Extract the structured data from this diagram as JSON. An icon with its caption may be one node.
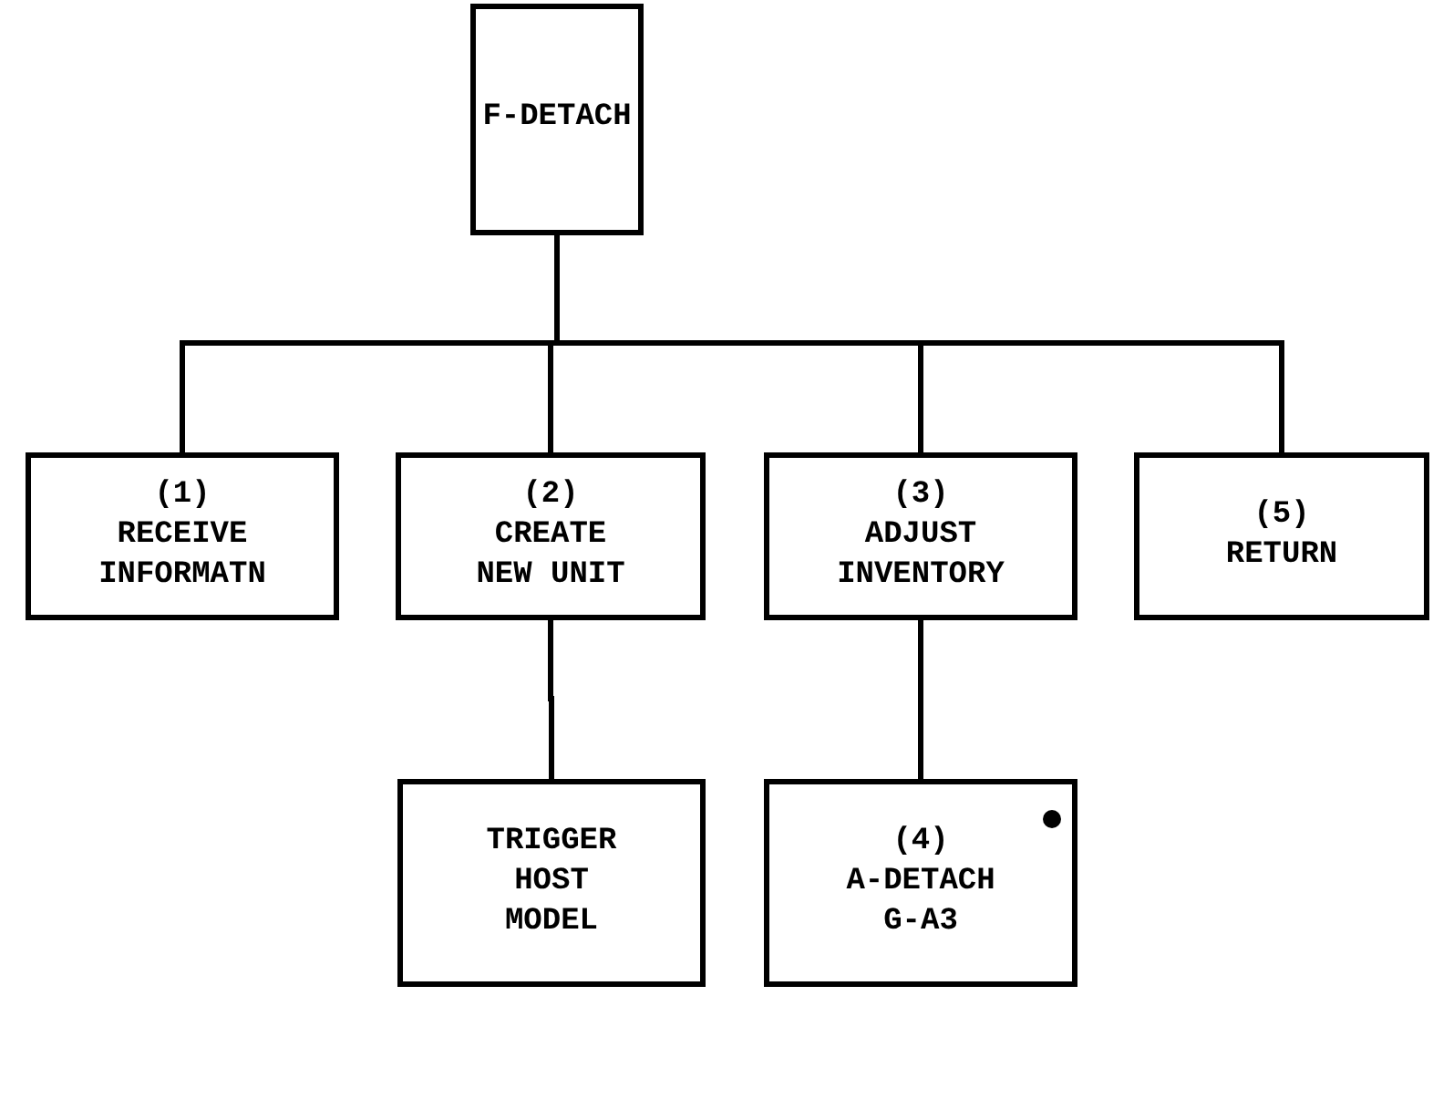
{
  "diagram": {
    "nodes": [
      {
        "text": [
          "F-DETACH"
        ]
      },
      {
        "text": [
          "(1) RECEIVE INFORMATN"
        ]
      },
      {
        "text": [
          "(2) CREATE NEW UNIT"
        ]
      },
      {
        "text": [
          "(3) ADJUST INVENTORY"
        ]
      },
      {
        "text": [
          "(5) RETURN"
        ]
      },
      {
        "text": [
          "TRIGGER HOST MODEL"
        ]
      },
      {
        "text": [
          "(4) A-DETACH G-A3"
        ]
      }
    ],
    "edges": [
      {
        "from": 0,
        "to": 1,
        "arrow": "none"
      },
      {
        "from": 0,
        "to": 2,
        "arrow": "none"
      },
      {
        "from": 0,
        "to": 3,
        "arrow": "none"
      },
      {
        "from": 0,
        "to": 4,
        "arrow": "none"
      },
      {
        "from": 2,
        "to": 5,
        "arrow": "none"
      },
      {
        "from": 3,
        "to": 6,
        "arrow": "none"
      }
    ]
  }
}
